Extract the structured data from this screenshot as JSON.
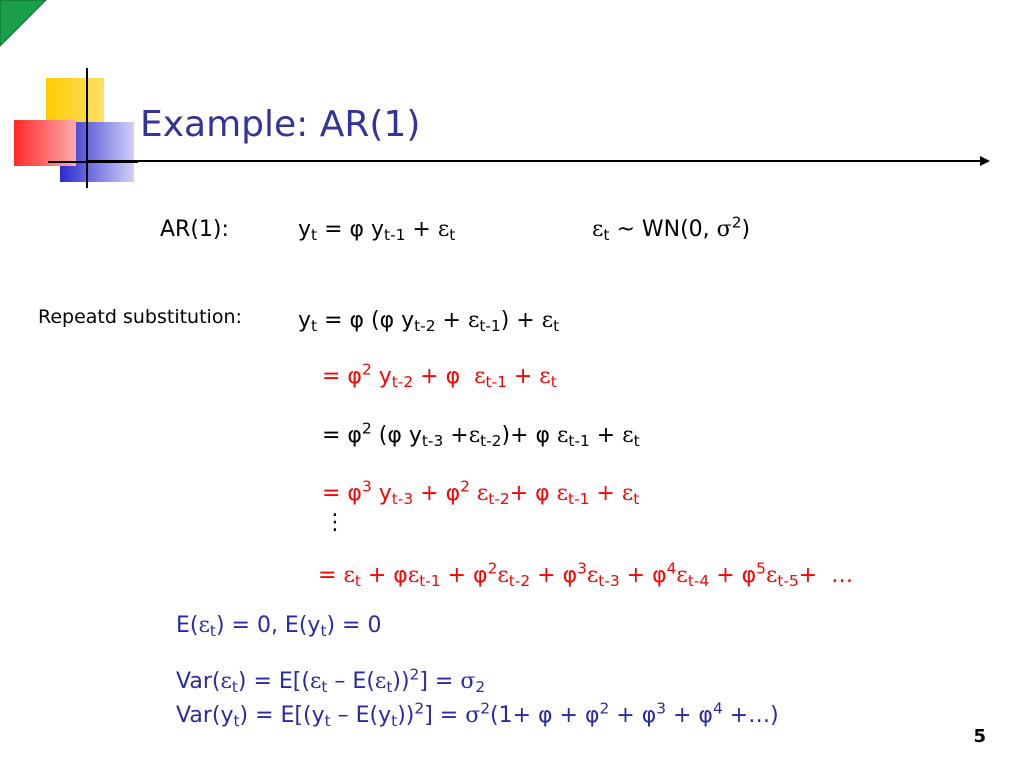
{
  "slide": {
    "title": "Example: AR(1)",
    "page_number": "5"
  },
  "labels": {
    "ar1": "AR(1):",
    "repeated_substitution": "Repeatd substitution:"
  },
  "math": {
    "ar1_model": "y_t = φ y_{t-1} + ε_t",
    "white_noise": "ε_t ~ WN(0, σ^2)",
    "step1": "y_t = φ (φ y_{t-2} + ε_{t-1}) + ε_t",
    "step2": "= φ^2 y_{t-2} + φ ε_{t-1} + ε_t",
    "step3": "= φ^2 (φ y_{t-3} +ε_{t-2})+ φ ε_{t-1} + ε_t",
    "step4": "= φ^3 y_{t-3} + φ^2 ε_{t-2}+ φ ε_{t-1} + ε_t",
    "continuation": "⋮",
    "ma_infinity": "= ε_t + φε_{t-1} + φ^2ε_{t-2} + φ^3ε_{t-3} + φ^4ε_{t-4} + φ^5ε_{t-5}+ …",
    "expectations": "E(ε_t) = 0, E(y_t) = 0",
    "var_eps": "Var(ε_t) = E[(ε_t – E(ε_t))^2] = σ_2",
    "var_y": "Var(y_t) = E[(y_t – E(y_t))^2] = σ^2(1+ φ + φ^2 + φ^3 + φ^4 +…)"
  },
  "colors": {
    "title": "#333399",
    "highlight": "#ff0000",
    "moments": "#2a2aa8",
    "deco_yellow": "#ffcc00",
    "deco_red": "#ff3333",
    "deco_blue": "#3333cc",
    "corner_green": "#00aa44"
  }
}
